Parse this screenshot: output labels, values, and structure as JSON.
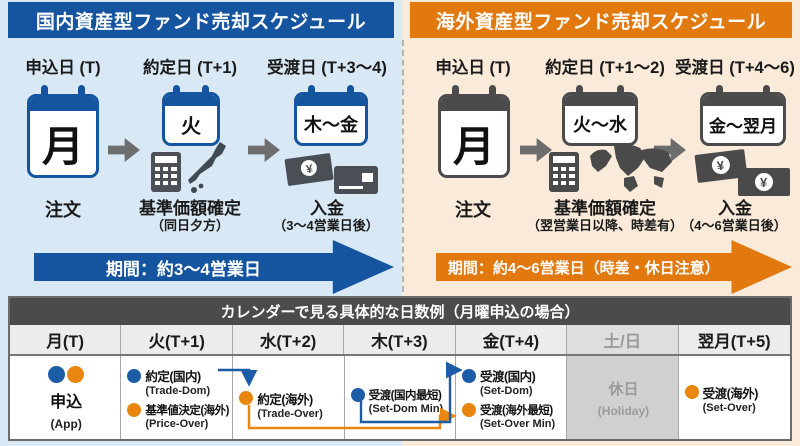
{
  "colors": {
    "domestic_blue": "#15549e",
    "overseas_orange": "#e2790f",
    "panel_blue_bg": "#d8e9f5",
    "panel_orange_bg": "#f9ead9",
    "table_title_gray": "#4b4b4b",
    "holiday_gray": "#d0d0d0",
    "dot_blue": "#1c5ba6",
    "dot_orange": "#e8860f"
  },
  "left_panel": {
    "title": "国内資産型ファンド売却スケジュール",
    "steps": [
      {
        "label": "申込日 (T)",
        "day": "月",
        "caption": "注文",
        "sub": ""
      },
      {
        "label": "約定日 (T+1)",
        "day": "火",
        "caption": "基準価額確定",
        "sub": "（同日夕方）"
      },
      {
        "label": "受渡日 (T+3〜4)",
        "day": "木〜金",
        "caption": "入金",
        "sub": "（3〜4営業日後）"
      }
    ],
    "icons": [
      "calendar-icon",
      "calculator-icon",
      "japan-map-icon",
      "yen-bill-icon",
      "credit-card-icon"
    ],
    "banner": "期間：約3〜4営業日"
  },
  "right_panel": {
    "title": "海外資産型ファンド売却スケジュール",
    "steps": [
      {
        "label": "申込日 (T)",
        "day": "月",
        "caption": "注文",
        "sub": ""
      },
      {
        "label": "約定日 (T+1〜2)",
        "day": "火〜水",
        "caption": "基準価額確定",
        "sub": "（翌営業日以降、時差有）"
      },
      {
        "label": "受渡日 (T+4〜6)",
        "day": "金〜翌月",
        "caption": "入金",
        "sub": "（4〜6営業日後）"
      }
    ],
    "icons": [
      "calendar-icon",
      "calculator-icon",
      "world-map-icon",
      "yen-bill-icon",
      "yen-bill-icon"
    ],
    "banner": "期間：約4〜6営業日（時差・休日注意）"
  },
  "table": {
    "title": "カレンダーで見る具体的な日数例（月曜申込の場合）",
    "columns": [
      "月(T)",
      "火(T+1)",
      "水(T+2)",
      "木(T+3)",
      "金(T+4)",
      "土/日",
      "翌月(T+5)"
    ],
    "mon": {
      "label": "申込",
      "sub": "(App)"
    },
    "tue": [
      {
        "label": "約定(国内)",
        "sub": "(Trade-Dom)",
        "color": "blue"
      },
      {
        "label": "基準値決定(海外)",
        "sub": "(Price-Over)",
        "color": "orange"
      }
    ],
    "wed": [
      {
        "label": "約定(海外)",
        "sub": "(Trade-Over)",
        "color": "orange"
      }
    ],
    "thu": [
      {
        "label": "受渡(国内最短)",
        "sub": "(Set-Dom Min)",
        "color": "blue"
      }
    ],
    "fri": [
      {
        "label": "受渡(国内)",
        "sub": "(Set-Dom)",
        "color": "blue"
      },
      {
        "label": "受渡(海外最短)",
        "sub": "(Set-Over Min)",
        "color": "orange"
      }
    ],
    "sat_sun": {
      "label": "休日",
      "sub": "(Holiday)"
    },
    "next_mon": [
      {
        "label": "受渡(海外)",
        "sub": "(Set-Over)",
        "color": "orange"
      }
    ]
  }
}
